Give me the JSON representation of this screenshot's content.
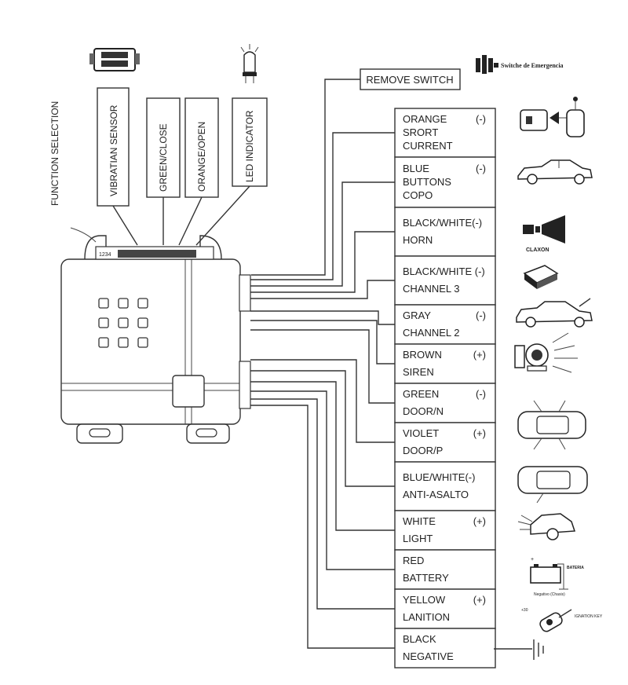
{
  "remove_switch": {
    "label": "REMOVE SWITCH"
  },
  "emergency_switch": {
    "label": "Switche de Emergencia",
    "icon": "emergency-switch-icon"
  },
  "function_selection": {
    "label": "FUNCTION SELECTION"
  },
  "top_labels": [
    {
      "id": "vibration-sensor",
      "label": "VIBRATIAN SENSOR"
    },
    {
      "id": "green-close",
      "label": "GREEN/CLOSE"
    },
    {
      "id": "orange-open",
      "label": "ORANGE/OPEN"
    },
    {
      "id": "led-indicator",
      "label": "LED INDICATOR"
    }
  ],
  "dip_label": "1234",
  "wires": [
    {
      "lines": [
        "ORANGE",
        "SRORT",
        "CURRENT"
      ],
      "polarity": "(-)",
      "icon": "relay-coil-icon"
    },
    {
      "lines": [
        "BLUE",
        "BUTTONS",
        "COPO"
      ],
      "polarity": "(-)",
      "icon": "car-icon"
    },
    {
      "lines": [
        "BLACK/WHITE(-)",
        "HORN"
      ],
      "polarity": "",
      "icon": "horn-icon",
      "icon_label": "CLAXON"
    },
    {
      "lines": [
        "BLACK/WHITE (-)",
        "CHANNEL 3"
      ],
      "polarity": "",
      "icon": "module-box-icon"
    },
    {
      "lines": [
        "GRAY",
        "CHANNEL 2"
      ],
      "polarity": "(-)",
      "icon": "car-trunk-open-icon"
    },
    {
      "lines": [
        "BROWN",
        "SIREN"
      ],
      "polarity": "(+)",
      "icon": "siren-icon"
    },
    {
      "lines": [
        "GREEN",
        "DOOR/N"
      ],
      "polarity": "(-)",
      "icon": "car-doors-top-icon"
    },
    {
      "lines": [
        "VIOLET",
        "DOOR/P"
      ],
      "polarity": "(+)",
      "icon": ""
    },
    {
      "lines": [
        "BLUE/WHITE(-)",
        "ANTI-ASALTO"
      ],
      "polarity": "",
      "icon": "car-top-icon"
    },
    {
      "lines": [
        "WHITE",
        "LIGHT"
      ],
      "polarity": "(+)",
      "icon": "car-lights-icon"
    },
    {
      "lines": [
        "RED",
        "BATTERY"
      ],
      "polarity": "",
      "icon": "battery-icon",
      "icon_label": "BATERIA",
      "icon_sublabel": "Negativo (Chasis)"
    },
    {
      "lines": [
        "YELLOW",
        "LANITION"
      ],
      "polarity": "(+)",
      "icon": "ignition-key-icon",
      "icon_label": "IGNATION KEY",
      "icon_sublabel": "+30"
    },
    {
      "lines": [
        "BLACK",
        "NEGATIVE"
      ],
      "polarity": "",
      "icon": "ground-icon"
    }
  ]
}
